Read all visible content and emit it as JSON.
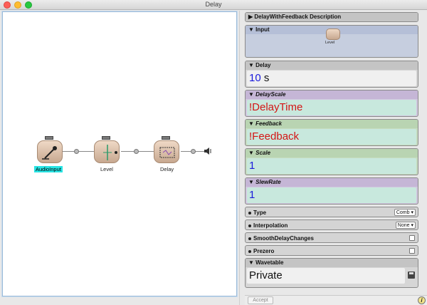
{
  "window": {
    "title": "Delay"
  },
  "graph": {
    "nodes": [
      {
        "label": "AudioInput",
        "selected": true,
        "icon": "microphone-icon"
      },
      {
        "label": "Level",
        "selected": false,
        "icon": "level-meter-icon"
      },
      {
        "label": "Delay",
        "selected": false,
        "icon": "delay-icon"
      }
    ],
    "output_icon": "speaker-icon"
  },
  "inspector": {
    "description_header": "DelayWithFeedback Description",
    "input": {
      "header": "Input",
      "node_label": "Level"
    },
    "delay": {
      "header": "Delay",
      "value": "10",
      "unit": "s"
    },
    "delay_scale": {
      "header": "DelayScale",
      "value": "!DelayTime"
    },
    "feedback": {
      "header": "Feedback",
      "value": "!Feedback"
    },
    "scale": {
      "header": "Scale",
      "value": "1"
    },
    "slew_rate": {
      "header": "SlewRate",
      "value": "1"
    },
    "type": {
      "label": "Type",
      "value": "Comb"
    },
    "interpolation": {
      "label": "Interpolation",
      "value": "None"
    },
    "smooth_delay_changes": {
      "label": "SmoothDelayChanges",
      "checked": false
    },
    "prezero": {
      "label": "Prezero",
      "checked": false
    },
    "wavetable": {
      "header": "Wavetable",
      "value": "Private"
    }
  },
  "footer": {
    "accept_label": "Accept",
    "info_glyph": "i"
  }
}
